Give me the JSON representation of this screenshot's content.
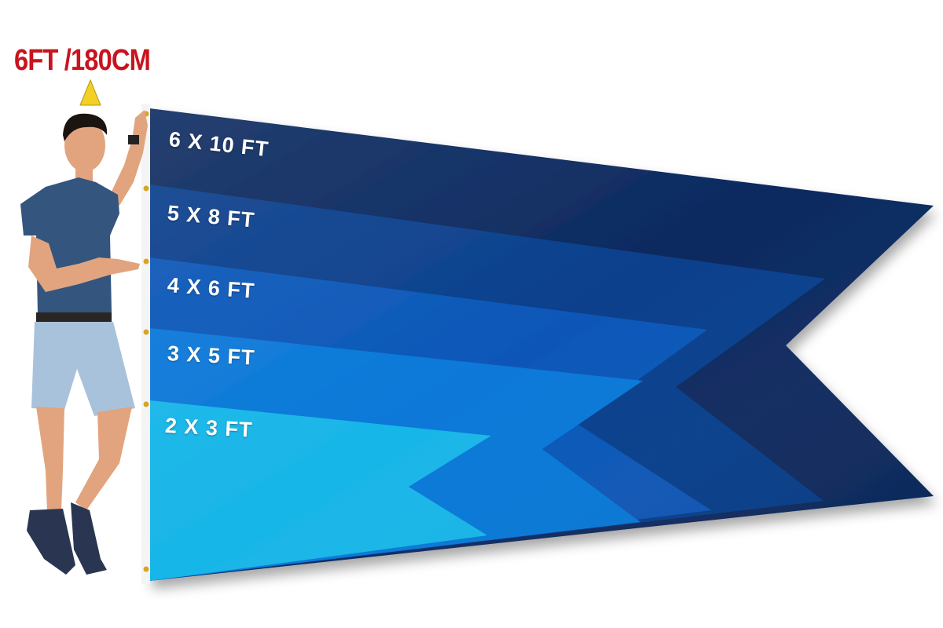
{
  "height_marker": {
    "label": "6FT /180CM",
    "label_color": "#c8141e",
    "pointer_color": "#f2d024"
  },
  "flag_sizes": [
    {
      "label": "6 X 10 FT",
      "color": "#0c2a60"
    },
    {
      "label": "5 X 8 FT",
      "color": "#0a3f8c"
    },
    {
      "label": "4 X 6 FT",
      "color": "#0b57b8"
    },
    {
      "label": "3 X 5 FT",
      "color": "#0a78d8"
    },
    {
      "label": "2 X 3 FT",
      "color": "#18b6e8"
    }
  ],
  "colors": {
    "pole": "#f4f4f4",
    "grommet": "#d9a520",
    "shirt": "#34557e",
    "shorts": "#a9c2dc",
    "skin": "#e2a47e",
    "hair": "#1c1410",
    "shoe": "#2a3552"
  }
}
